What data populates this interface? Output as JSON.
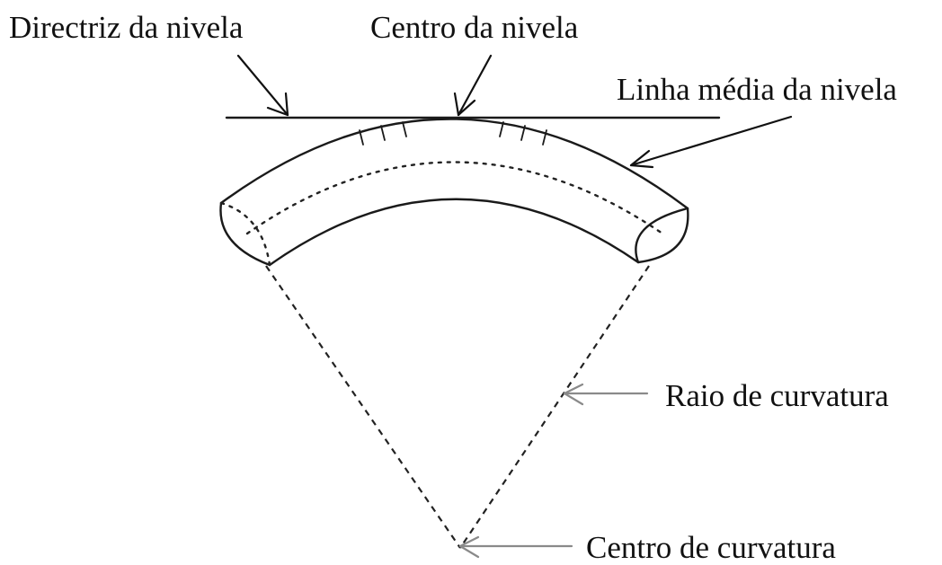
{
  "labels": {
    "directriz": "Directriz da nivela",
    "centro_nivela": "Centro da nivela",
    "linha_media": "Linha média da nivela",
    "raio": "Raio de curvatura",
    "centro_curvatura": "Centro de curvatura"
  }
}
